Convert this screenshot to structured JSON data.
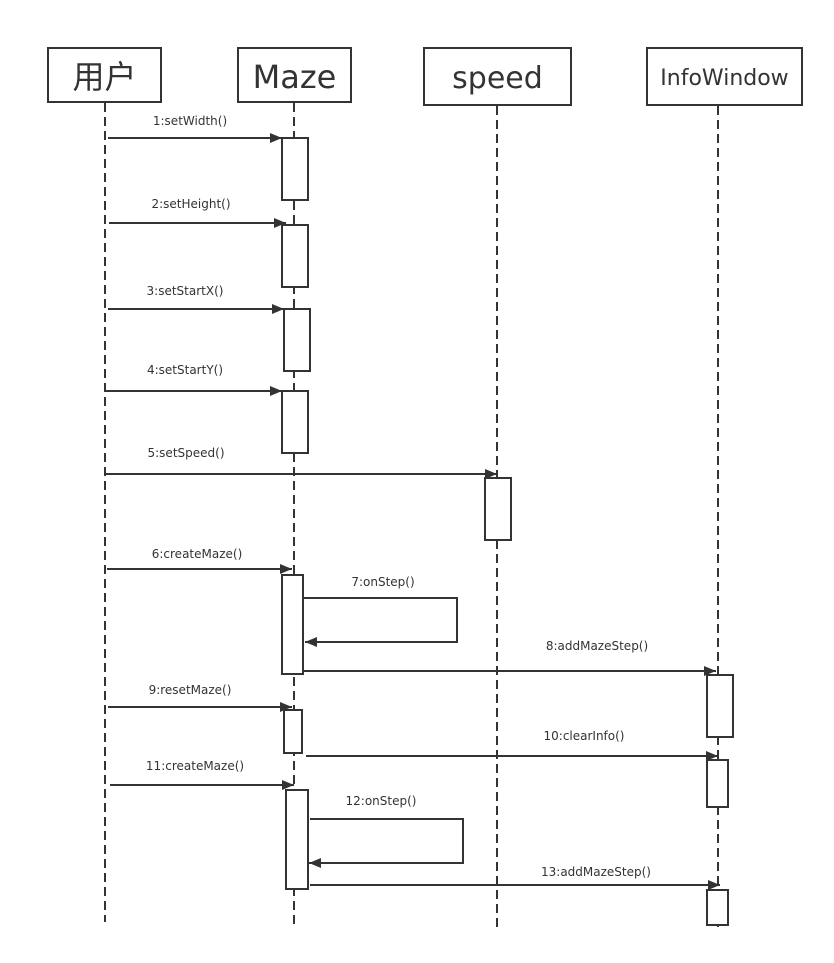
{
  "diagram": {
    "type": "sequence",
    "participants": [
      {
        "id": "user",
        "label": "用户"
      },
      {
        "id": "maze",
        "label": "Maze"
      },
      {
        "id": "speed",
        "label": "speed"
      },
      {
        "id": "info",
        "label": "InfoWindow"
      }
    ],
    "messages": [
      {
        "n": 1,
        "label": "1:setWidth()",
        "from": "user",
        "to": "maze"
      },
      {
        "n": 2,
        "label": "2:setHeight()",
        "from": "user",
        "to": "maze"
      },
      {
        "n": 3,
        "label": "3:setStartX()",
        "from": "user",
        "to": "maze"
      },
      {
        "n": 4,
        "label": "4:setStartY()",
        "from": "user",
        "to": "maze"
      },
      {
        "n": 5,
        "label": "5:setSpeed()",
        "from": "user",
        "to": "speed"
      },
      {
        "n": 6,
        "label": "6:createMaze()",
        "from": "user",
        "to": "maze"
      },
      {
        "n": 7,
        "label": "7:onStep()",
        "from": "maze",
        "to": "maze"
      },
      {
        "n": 8,
        "label": "8:addMazeStep()",
        "from": "maze",
        "to": "info"
      },
      {
        "n": 9,
        "label": "9:resetMaze()",
        "from": "user",
        "to": "maze"
      },
      {
        "n": 10,
        "label": "10:clearInfo()",
        "from": "maze",
        "to": "info"
      },
      {
        "n": 11,
        "label": "11:createMaze()",
        "from": "user",
        "to": "maze"
      },
      {
        "n": 12,
        "label": "12:onStep()",
        "from": "maze",
        "to": "maze"
      },
      {
        "n": 13,
        "label": "13:addMazeStep()",
        "from": "maze",
        "to": "info"
      }
    ]
  }
}
